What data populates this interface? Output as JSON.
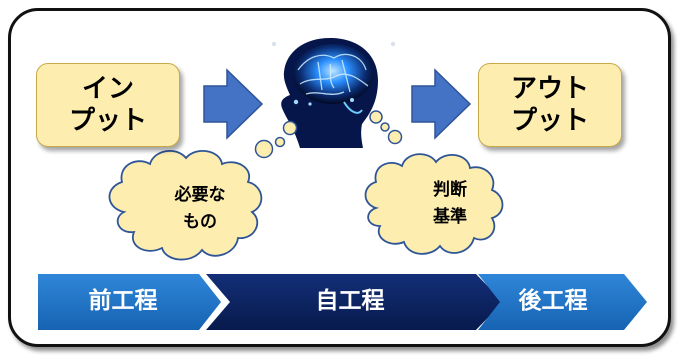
{
  "input": {
    "label": "イン\nプット"
  },
  "output": {
    "label": "アウト\nプット"
  },
  "thoughts": {
    "left": "必要な\nもの",
    "right": "判断\n基準"
  },
  "process_flow": {
    "previous": "前工程",
    "self": "自工程",
    "next": "後工程"
  },
  "colors": {
    "box_fill": "#fdeeb0",
    "arrow_blue": "#4472c4",
    "chevron_blue": "#1e6fc0",
    "chevron_navy": "#0b1f59",
    "brain_glow": "#2a8fff"
  },
  "icons": {
    "brain": "human-head-glowing-brain-icon"
  }
}
